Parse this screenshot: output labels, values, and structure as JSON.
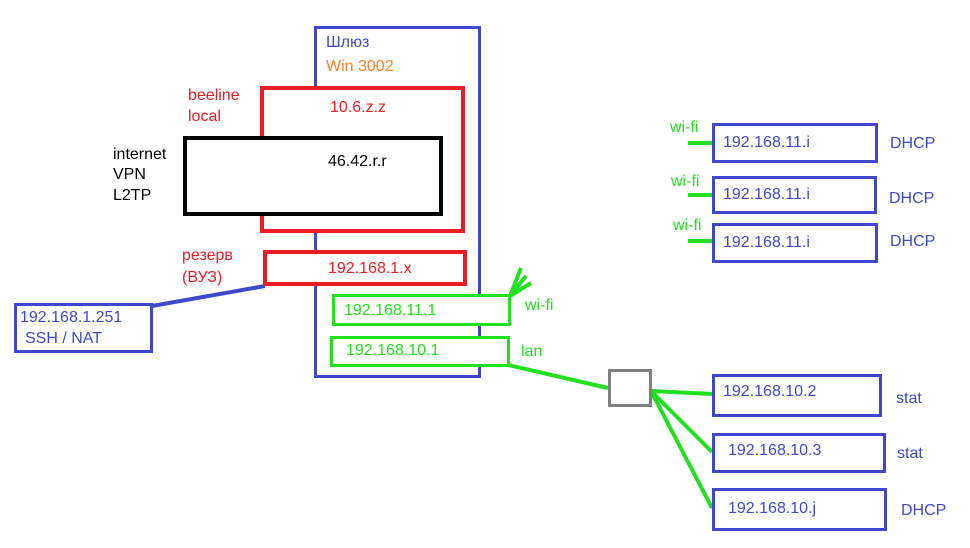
{
  "colors": {
    "blue": "#3f48cc",
    "red": "#ed1c24",
    "green": "#22e01d",
    "orange": "#ff7f27",
    "black": "#000000",
    "gray": "#7f7f7f"
  },
  "gateway": {
    "title": "Шлюз",
    "os": "Win 3002"
  },
  "beeline": {
    "label_line1": "beeline",
    "label_line2": "local",
    "ip": "10.6.z.z"
  },
  "vpn": {
    "label_line1": "internet",
    "label_line2": "VPN",
    "label_line3": "L2TP",
    "ip": "46.42.r.r"
  },
  "reserve": {
    "label_line1": "резерв",
    "label_line2": "(ВУЗ)",
    "ip": "192.168.1.x"
  },
  "ssh_host": {
    "ip": "192.168.1.251",
    "service": "SSH / NAT"
  },
  "wifi_iface": {
    "ip": "192.168.11.1",
    "label": "wi-fi"
  },
  "lan_iface": {
    "ip": "192.168.10.1",
    "label": "lan"
  },
  "wifi_clients": [
    {
      "link": "wi-fi",
      "ip": "192.168.11.i",
      "mode": "DHCP"
    },
    {
      "link": "wi-fi",
      "ip": "192.168.11.i",
      "mode": "DHCP"
    },
    {
      "link": "wi-fi",
      "ip": "192.168.11.i",
      "mode": "DHCP"
    }
  ],
  "lan_clients": [
    {
      "ip": "192.168.10.2",
      "mode": "stat"
    },
    {
      "ip": "192.168.10.3",
      "mode": "stat"
    },
    {
      "ip": "192.168.10.j",
      "mode": "DHCP"
    }
  ]
}
